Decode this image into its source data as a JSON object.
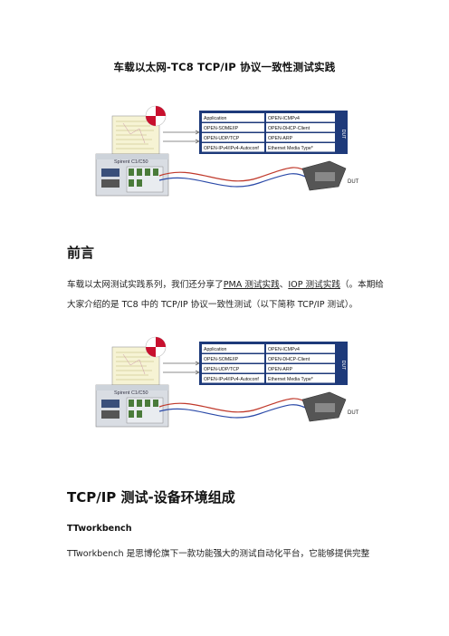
{
  "document": {
    "title": "车载以太网-TC8 TCP/IP 协议一致性测试实践",
    "preface_heading": "前言",
    "preface_text": {
      "part1": "车载以太网测试实践系列，我们还分享了",
      "link1": "PMA 测试实践",
      "sep": "、",
      "link2": "IOP 测试实践",
      "part2": "（。本期给大家介绍的是 TC8 中的 TCP/IP 协议一致性测试（以下简称 TCP/IP 测试）。"
    },
    "section_heading": "TCP/IP 测试-设备环境组成",
    "subheading": "TTworkbench",
    "section_text": "TTworkbench 是思博伦旗下一款功能强大的测试自动化平台，它能够提供完整"
  },
  "figure": {
    "device_label": "Spirent C1/C50",
    "dut_tag": "DUT",
    "dut_label": "DUT",
    "table_rows": [
      [
        "Application",
        "OPEN-ICMPv4"
      ],
      [
        "OPEN-SOME/IP",
        "OPEN-DHCP-Client"
      ],
      [
        "OPEN-UDP/TCP",
        "OPEN-ARP"
      ],
      [
        "OPEN-IPv4/IPv4-Autoconf",
        "Ethernet Media Type*"
      ]
    ],
    "colors": {
      "table_bg": "#1e3a7a",
      "table_cell": "#ffffff",
      "cable_red": "#c0392b",
      "cable_blue": "#2b4aa8",
      "logo_red": "#c8102e"
    }
  }
}
